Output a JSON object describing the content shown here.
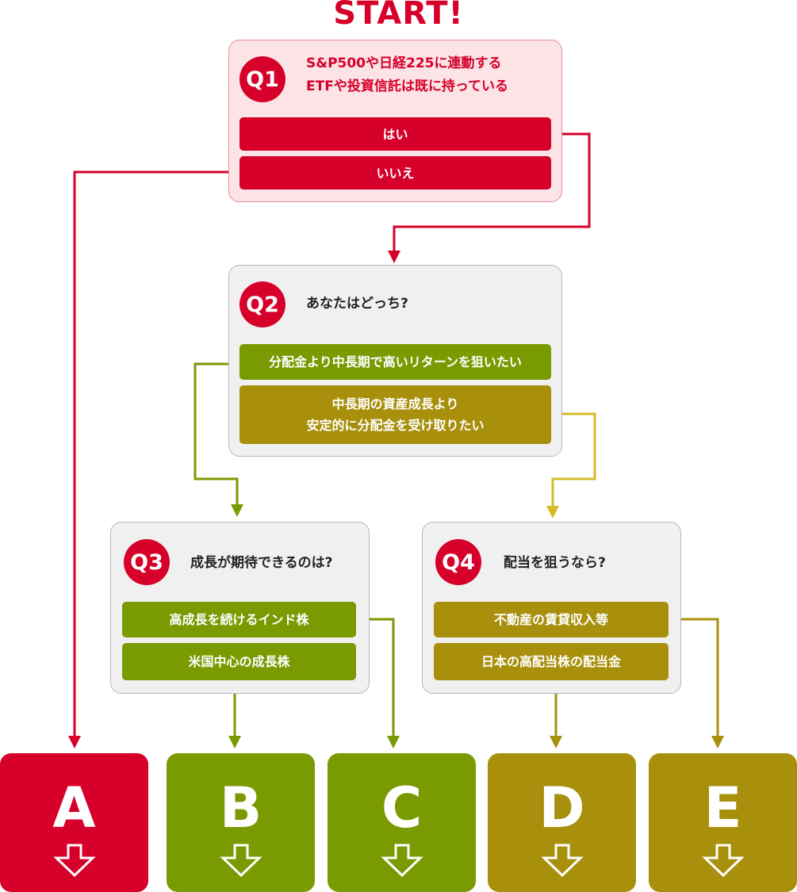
{
  "title": "START!",
  "colors": {
    "red": "#d6002a",
    "green": "#7a9a01",
    "olive": "#a8900c",
    "yellow": "#d5bb28"
  },
  "q1": {
    "badge": "Q1",
    "text_line1": "S&P500や日経225に連動する",
    "text_line2": "ETFや投資信託は既に持っている",
    "options": [
      "はい",
      "いいえ"
    ]
  },
  "q2": {
    "badge": "Q2",
    "text": "あなたはどっち?",
    "option1": "分配金より中長期で高いリターンを狙いたい",
    "option2_line1": "中長期の資産成長より",
    "option2_line2": "安定的に分配金を受け取りたい"
  },
  "q3": {
    "badge": "Q3",
    "text": "成長が期待できるのは?",
    "options": [
      "高成長を続けるインド株",
      "米国中心の成長株"
    ]
  },
  "q4": {
    "badge": "Q4",
    "text": "配当を狙うなら?",
    "options": [
      "不動産の賃貸収入等",
      "日本の高配当株の配当金"
    ]
  },
  "results": [
    {
      "letter": "A",
      "icon": "down-arrow-icon",
      "color": "#d6002a"
    },
    {
      "letter": "B",
      "icon": "down-arrow-icon",
      "color": "#7a9a01"
    },
    {
      "letter": "C",
      "icon": "down-arrow-icon",
      "color": "#7a9a01"
    },
    {
      "letter": "D",
      "icon": "down-arrow-icon",
      "color": "#a8900c"
    },
    {
      "letter": "E",
      "icon": "down-arrow-icon",
      "color": "#a8900c"
    }
  ]
}
